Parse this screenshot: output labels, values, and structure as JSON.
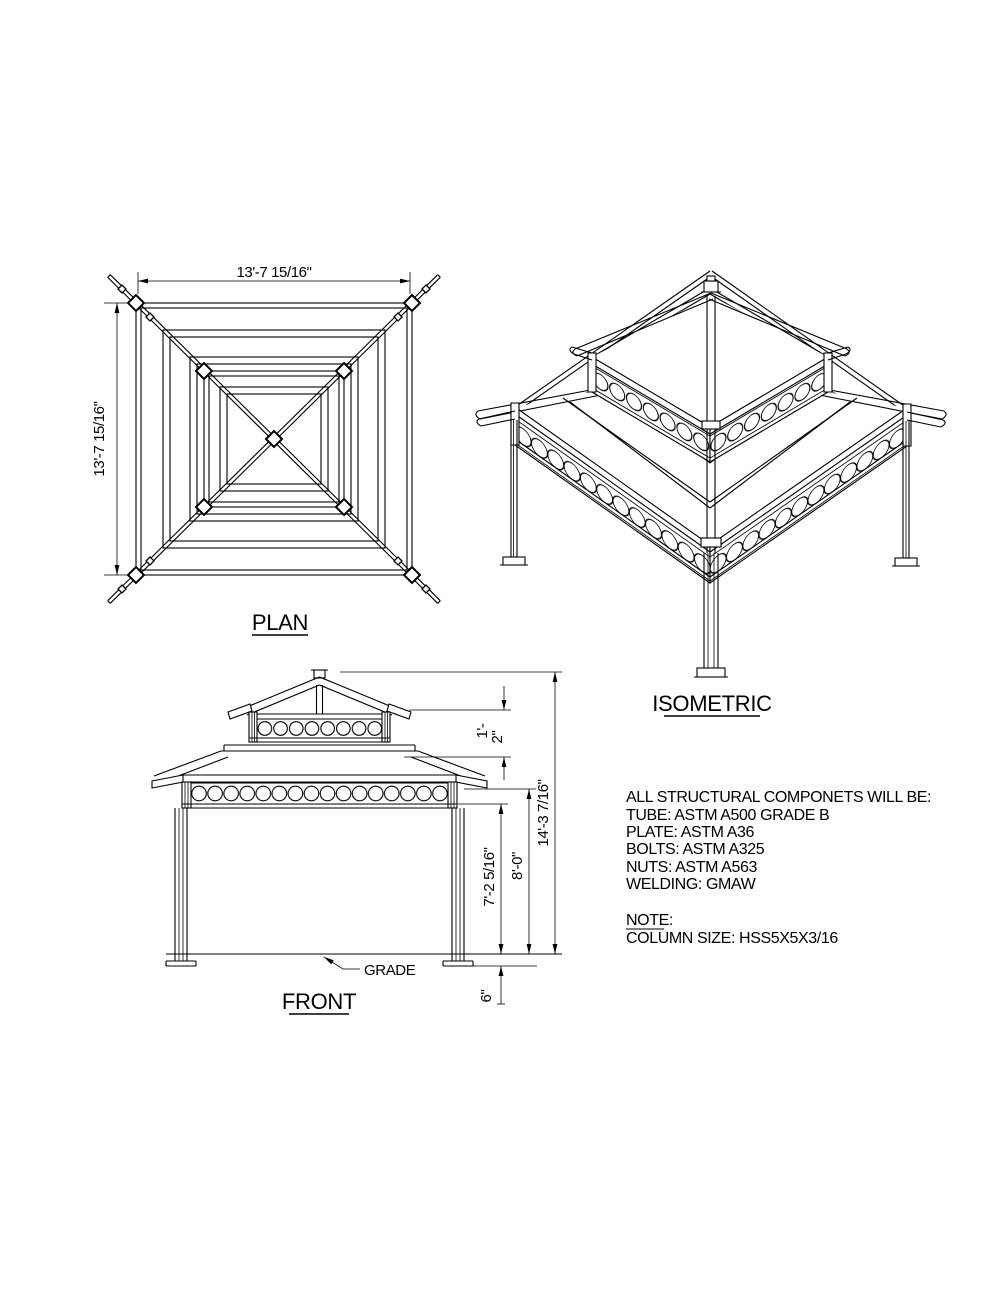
{
  "drawing": {
    "background": "#ffffff",
    "line_color": "#000000"
  },
  "views": {
    "plan": {
      "title": "PLAN",
      "dim_width": "13'-7 15/16\"",
      "dim_depth": "13'-7 15/16\""
    },
    "isometric": {
      "title": "ISOMETRIC"
    },
    "front": {
      "title": "FRONT",
      "grade_label": "GRADE",
      "dim_total_height": "14'-3 7/16\"",
      "dim_eave_height": "8'-0\"",
      "dim_clear_height": "7'-2 5/16\"",
      "dim_upper_tier_line1": "1'-",
      "dim_upper_tier_line2": "2\"",
      "dim_embed_depth": "6\""
    }
  },
  "notes": {
    "spec_lines": [
      "ALL STRUCTURAL COMPONETS WILL BE:",
      "TUBE: ASTM A500 GRADE B",
      "PLATE:  ASTM A36",
      "BOLTS: ASTM A325",
      "NUTS: ASTM A563",
      "WELDING: GMAW"
    ],
    "note_heading": "NOTE:",
    "note_body": "COLUMN SIZE: HSS5X5X3/16"
  }
}
